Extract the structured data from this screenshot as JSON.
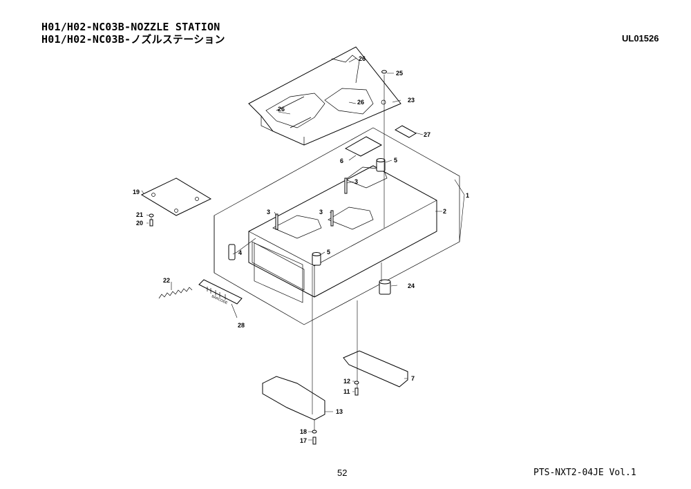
{
  "header": {
    "title_en": "H01/H02-NC03B-NOZZLE STATION",
    "title_jp": "H01/H02-NC03B-ノズルステーション",
    "drawing_id": "UL01526"
  },
  "footer": {
    "page_number": "52",
    "publication": "PTS-NXT2-04JE  Vol.1"
  },
  "diagram": {
    "label_text": "BARCODE",
    "callouts": [
      "26",
      "25",
      "26",
      "26",
      "23",
      "27",
      "6",
      "5",
      "1",
      "3",
      "3",
      "19",
      "21",
      "20",
      "3",
      "3",
      "2",
      "4",
      "5",
      "22",
      "24",
      "28",
      "12",
      "11",
      "7",
      "13",
      "18",
      "17"
    ]
  }
}
